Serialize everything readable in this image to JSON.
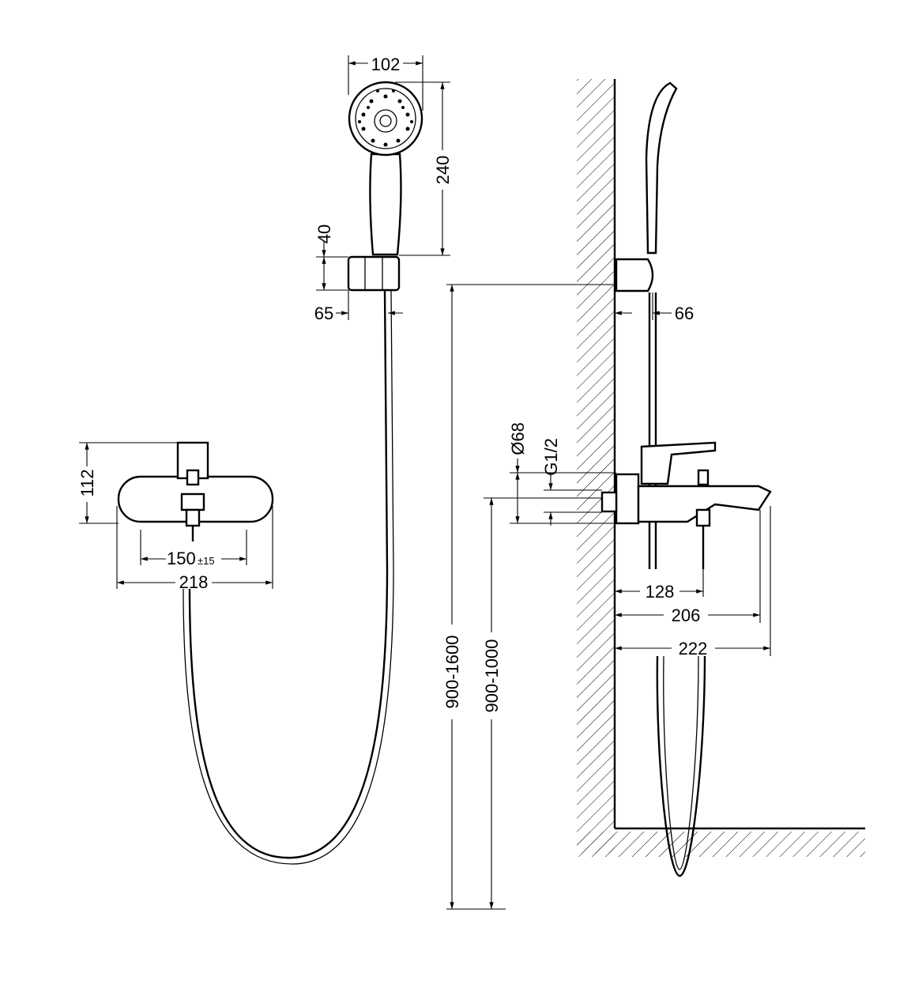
{
  "drawing": {
    "handshower": {
      "head_width": "102",
      "head_length": "240",
      "holder_height": "40",
      "holder_offset": "65"
    },
    "front_view": {
      "height": "112",
      "centers": "150",
      "centers_tolerance": "±15",
      "width": "218"
    },
    "side_view": {
      "holder_projection": "66",
      "escutcheon_diameter": "Ø68",
      "thread": "G1/2",
      "projection_1": "128",
      "projection_2": "206",
      "projection_3": "222",
      "holder_height_range": "900-1600",
      "mixer_height_range": "900-1000"
    }
  }
}
